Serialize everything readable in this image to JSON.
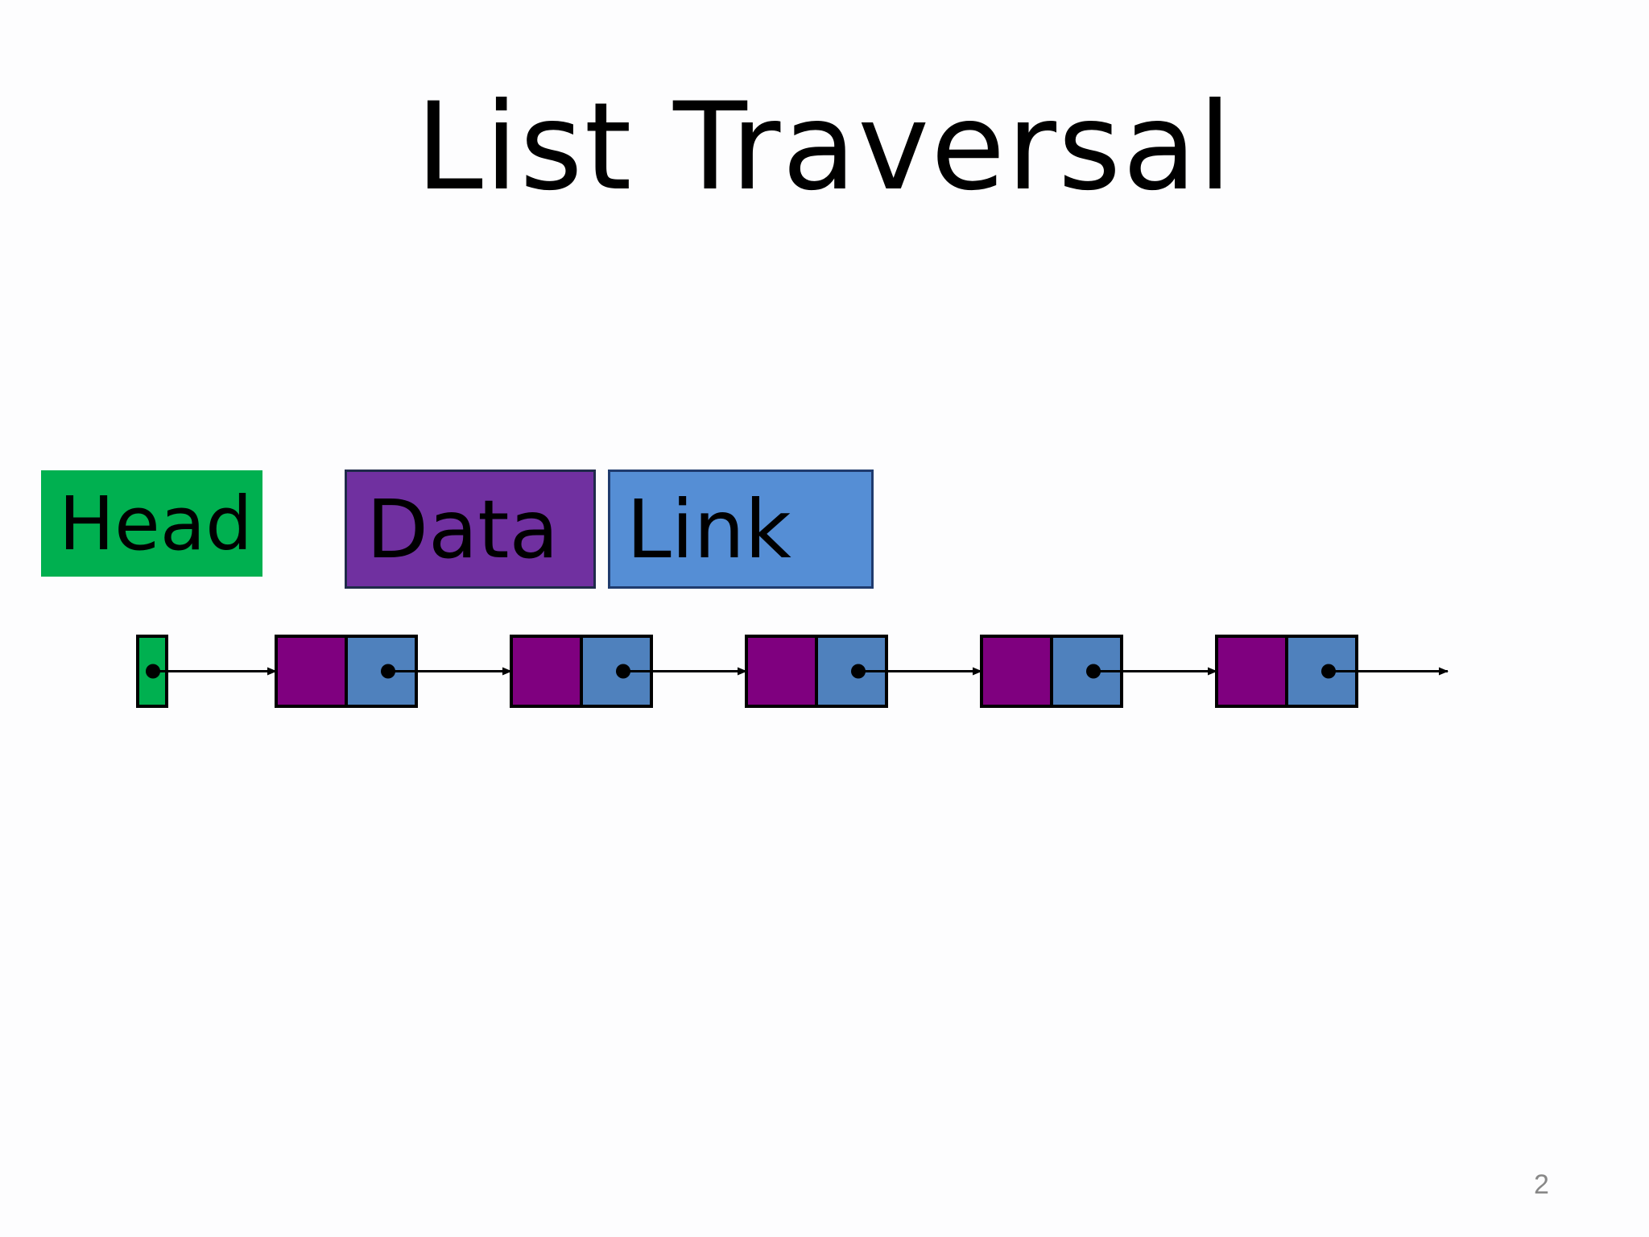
{
  "slide": {
    "title": "List Traversal",
    "page_number": "2"
  },
  "legend": {
    "head_label": "Head",
    "data_label": "Data",
    "link_label": "Link"
  },
  "colors": {
    "head": "#00b050",
    "data": "#7030a0",
    "link": "#558ed5",
    "node_data": "#7f007f",
    "node_link": "#4f81bd"
  },
  "list": {
    "node_count": 5
  }
}
